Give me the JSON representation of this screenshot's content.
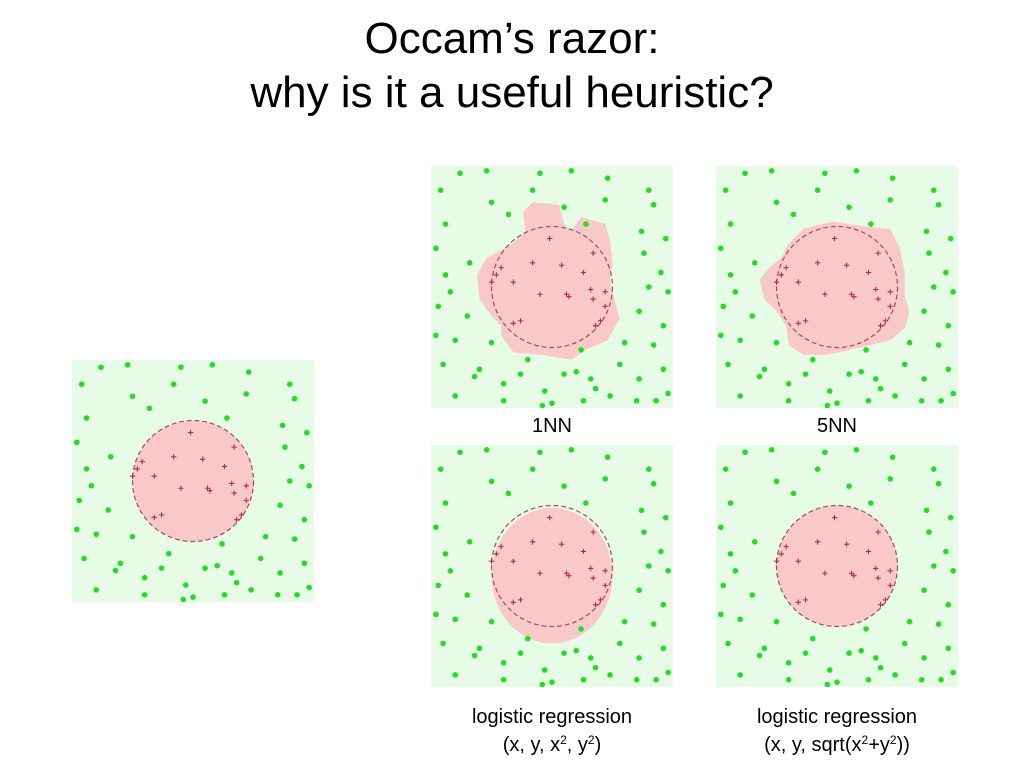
{
  "slide": {
    "title_line1": "Occam’s razor:",
    "title_line2": "why is it a useful heuristic?"
  },
  "labels": {
    "nn1": "1NN",
    "nn5": "5NN",
    "lr1_line1": "logistic regression",
    "lr1_line2": {
      "p1": "(x, y, x",
      "s1": "2",
      "p2": ", y",
      "s2": "2",
      "p3": ")"
    },
    "lr2_line1": "logistic regression",
    "lr2_line2": {
      "p1": "(x, y, sqrt(x",
      "s1": "2",
      "p2": "+y",
      "s2": "2",
      "p3": "))"
    }
  },
  "colors": {
    "outside_region": "#e6fce6",
    "inside_region": "#f9c9c9",
    "negative_points": "#22dd22",
    "positive_points": "#b03030",
    "circle_boundary": "#a05050"
  },
  "panels": [
    {
      "id": "ground-truth",
      "region": "circle"
    },
    {
      "id": "1nn",
      "region": "jagged-blob"
    },
    {
      "id": "5nn",
      "region": "smooth-blob"
    },
    {
      "id": "lr-quadratic",
      "region": "ellipse"
    },
    {
      "id": "lr-sqrt",
      "region": "circle"
    }
  ],
  "points": {
    "negative": [
      [
        0.12,
        0.03
      ],
      [
        0.23,
        0.02
      ],
      [
        0.45,
        0.03
      ],
      [
        0.58,
        0.02
      ],
      [
        0.73,
        0.05
      ],
      [
        0.9,
        0.1
      ],
      [
        0.04,
        0.1
      ],
      [
        0.25,
        0.15
      ],
      [
        0.55,
        0.17
      ],
      [
        0.72,
        0.14
      ],
      [
        0.92,
        0.16
      ],
      [
        0.06,
        0.24
      ],
      [
        0.32,
        0.2
      ],
      [
        0.64,
        0.24
      ],
      [
        0.87,
        0.27
      ],
      [
        0.97,
        0.3
      ],
      [
        0.02,
        0.34
      ],
      [
        0.16,
        0.4
      ],
      [
        0.88,
        0.36
      ],
      [
        0.95,
        0.44
      ],
      [
        0.06,
        0.45
      ],
      [
        0.9,
        0.5
      ],
      [
        0.98,
        0.52
      ],
      [
        0.03,
        0.58
      ],
      [
        0.15,
        0.62
      ],
      [
        0.86,
        0.6
      ],
      [
        0.96,
        0.66
      ],
      [
        0.1,
        0.72
      ],
      [
        0.25,
        0.73
      ],
      [
        0.4,
        0.8
      ],
      [
        0.62,
        0.76
      ],
      [
        0.8,
        0.73
      ],
      [
        0.92,
        0.74
      ],
      [
        0.05,
        0.82
      ],
      [
        0.18,
        0.87
      ],
      [
        0.3,
        0.9
      ],
      [
        0.47,
        0.93
      ],
      [
        0.55,
        0.86
      ],
      [
        0.66,
        0.88
      ],
      [
        0.74,
        0.95
      ],
      [
        0.86,
        0.88
      ],
      [
        0.96,
        0.84
      ],
      [
        0.1,
        0.95
      ],
      [
        0.3,
        0.97
      ],
      [
        0.5,
        0.98
      ],
      [
        0.63,
        0.97
      ],
      [
        0.85,
        0.97
      ],
      [
        0.98,
        0.94
      ],
      [
        0.42,
        0.1
      ],
      [
        0.08,
        0.52
      ],
      [
        0.2,
        0.84
      ],
      [
        0.78,
        0.82
      ],
      [
        0.93,
        0.97
      ],
      [
        0.68,
        0.92
      ],
      [
        0.37,
        0.86
      ],
      [
        0.46,
        0.99
      ],
      [
        0.6,
        0.85
      ],
      [
        0.02,
        0.7
      ]
    ],
    "positive": [
      [
        0.49,
        0.3
      ],
      [
        0.67,
        0.36
      ],
      [
        0.29,
        0.42
      ],
      [
        0.42,
        0.4
      ],
      [
        0.54,
        0.41
      ],
      [
        0.63,
        0.44
      ],
      [
        0.25,
        0.48
      ],
      [
        0.34,
        0.48
      ],
      [
        0.66,
        0.51
      ],
      [
        0.72,
        0.52
      ],
      [
        0.45,
        0.53
      ],
      [
        0.56,
        0.53
      ],
      [
        0.67,
        0.55
      ],
      [
        0.72,
        0.58
      ],
      [
        0.37,
        0.64
      ],
      [
        0.34,
        0.65
      ],
      [
        0.7,
        0.64
      ],
      [
        0.68,
        0.66
      ],
      [
        0.57,
        0.54
      ],
      [
        0.27,
        0.45
      ]
    ]
  }
}
